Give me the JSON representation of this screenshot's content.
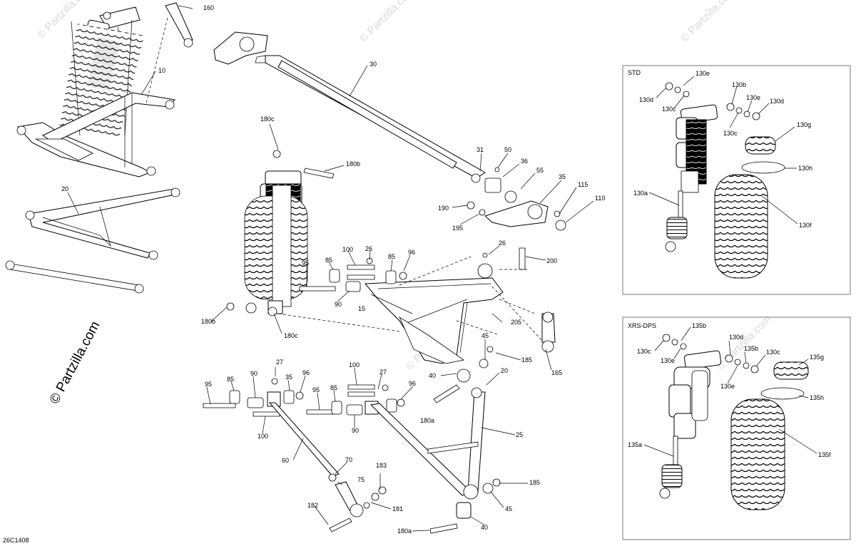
{
  "diagram_code": "26C1408",
  "side_watermark": "© Partzilla.com",
  "watermark_text": "© Partzilla.com",
  "boxes": {
    "std": {
      "title": "STD"
    },
    "xrs": {
      "title": "XRS-DPS"
    }
  },
  "callouts": {
    "c160": "160",
    "c10": "10",
    "c30": "30",
    "c20": "20",
    "c180c_top": "180c",
    "c180b_top": "180b",
    "c180b_bot": "180b",
    "c180c_bot": "180c",
    "c31": "31",
    "c50": "50",
    "c36": "36",
    "c55": "55",
    "c35_upper": "35",
    "c115": "115",
    "c110": "110",
    "c190": "190",
    "c195": "195",
    "c26_u1": "26",
    "c26_u2": "26",
    "c200": "200",
    "c95_u": "95",
    "c85_u1": "85",
    "c100_u": "100",
    "c85_u2": "85",
    "c96_u": "96",
    "c90_u": "90",
    "c15": "15",
    "c205": "205",
    "c45_u": "45",
    "c185_u": "185",
    "c165": "165",
    "c40_u": "40",
    "c95_l1": "95",
    "c85_l1": "85",
    "c90_l1": "90",
    "c27_l1": "27",
    "c35_l": "35",
    "c96_l1": "96",
    "c100_l1": "100",
    "c95_l2": "95",
    "c85_l2": "85",
    "c100_l2": "100",
    "c27_l2": "27",
    "c96_l2": "96",
    "c90_l2": "90",
    "c20_l": "20",
    "c180a_u": "180a",
    "c25": "25",
    "c60": "60",
    "c70": "70",
    "c75": "75",
    "c183": "183",
    "c185_l": "185",
    "c45_l": "45",
    "c182": "182",
    "c181": "181",
    "c180a_l": "180a",
    "c40_l": "40",
    "c130e_a": "130e",
    "c130d_a": "130d",
    "c130c_a": "130c",
    "c130b": "130b",
    "c130e_b": "130e",
    "c130d_b": "130d",
    "c130c_b": "130c",
    "c130g": "130g",
    "c130h": "130h",
    "c130a": "130a",
    "c130f": "130f",
    "c135b_a": "135b",
    "c130c_x1": "130c",
    "c130e_x1": "130e",
    "c130d_x": "130d",
    "c135b_b": "135b",
    "c130c_x2": "130c",
    "c130e_x2": "130e",
    "c135g": "135g",
    "c135h": "135h",
    "c135a": "135a",
    "c135f": "135f"
  }
}
